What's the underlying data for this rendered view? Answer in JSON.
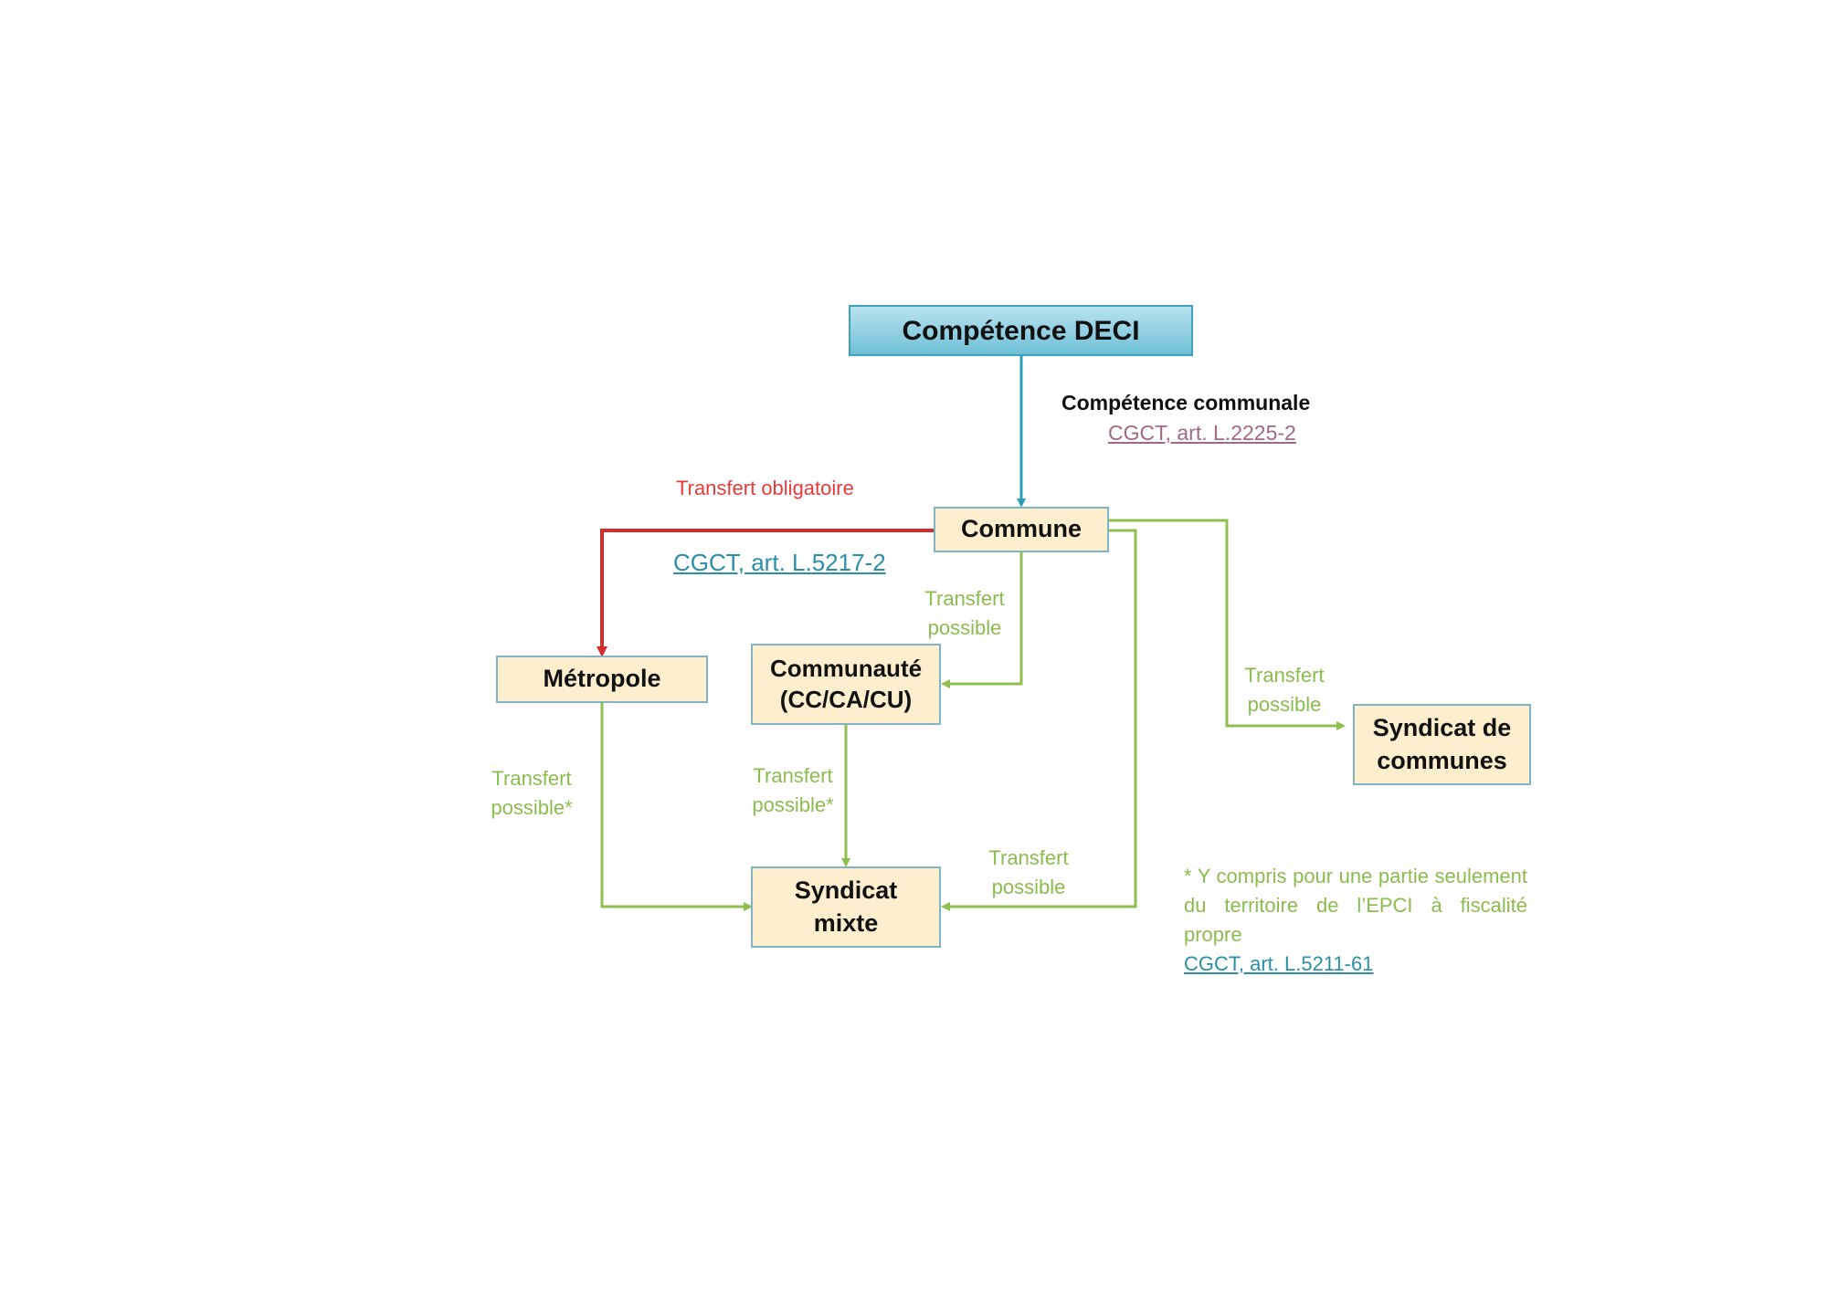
{
  "colors": {
    "obligatory": "#d42b2b",
    "possible": "#8fbf4f",
    "top_link": "#2a9fb7",
    "box_fill": "#fdeecd",
    "box_border": "#7fb4c3"
  },
  "nodes": {
    "deci": "Compétence DECI",
    "commune": "Commune",
    "metropole": "Métropole",
    "communaute_line1": "Communauté",
    "communaute_line2": "(CC/CA/CU)",
    "syndicat_mixte_line1": "Syndicat",
    "syndicat_mixte_line2": "mixte",
    "syndicat_communes_line1": "Syndicat de",
    "syndicat_communes_line2": "communes"
  },
  "labels": {
    "competence_communale": "Compétence communale",
    "cgct_l2225": "CGCT, art. L.2225-2",
    "transfert_obligatoire": "Transfert obligatoire",
    "cgct_l5217": "CGCT, art. L.5217-2",
    "transfert": "Transfert",
    "possible": "possible",
    "possible_star": "possible*"
  },
  "footnote": {
    "text": "* Y compris pour une partie seulement du territoire de l’EPCI à fiscalité propre",
    "link": "CGCT, art. L.5211-61"
  }
}
